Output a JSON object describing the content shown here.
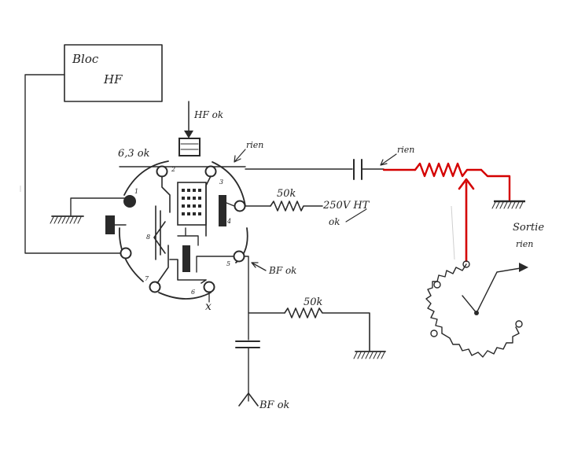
{
  "labels": {
    "bloc_line1": "Bloc",
    "bloc_line2": "HF",
    "hf_ok": "HF ok",
    "heater": "6,3 ok",
    "rien_top": "rien",
    "rien_cap": "rien",
    "r_plate": "50k",
    "ht_value": "250V HT",
    "ht_ok": "ok",
    "pin_numbers": [
      "1",
      "2",
      "3",
      "4",
      "5",
      "6",
      "7",
      "8"
    ],
    "bf_ok_pin": "BF ok",
    "r_bf": "50k",
    "sortie": "Sortie",
    "rien_sortie": "rien",
    "bf_ok_bottom": "BF ok",
    "pin6_mark": "x"
  },
  "colors": {
    "ink": "#2a2a2a",
    "modification": "#d40000",
    "paper": "#ffffff"
  }
}
